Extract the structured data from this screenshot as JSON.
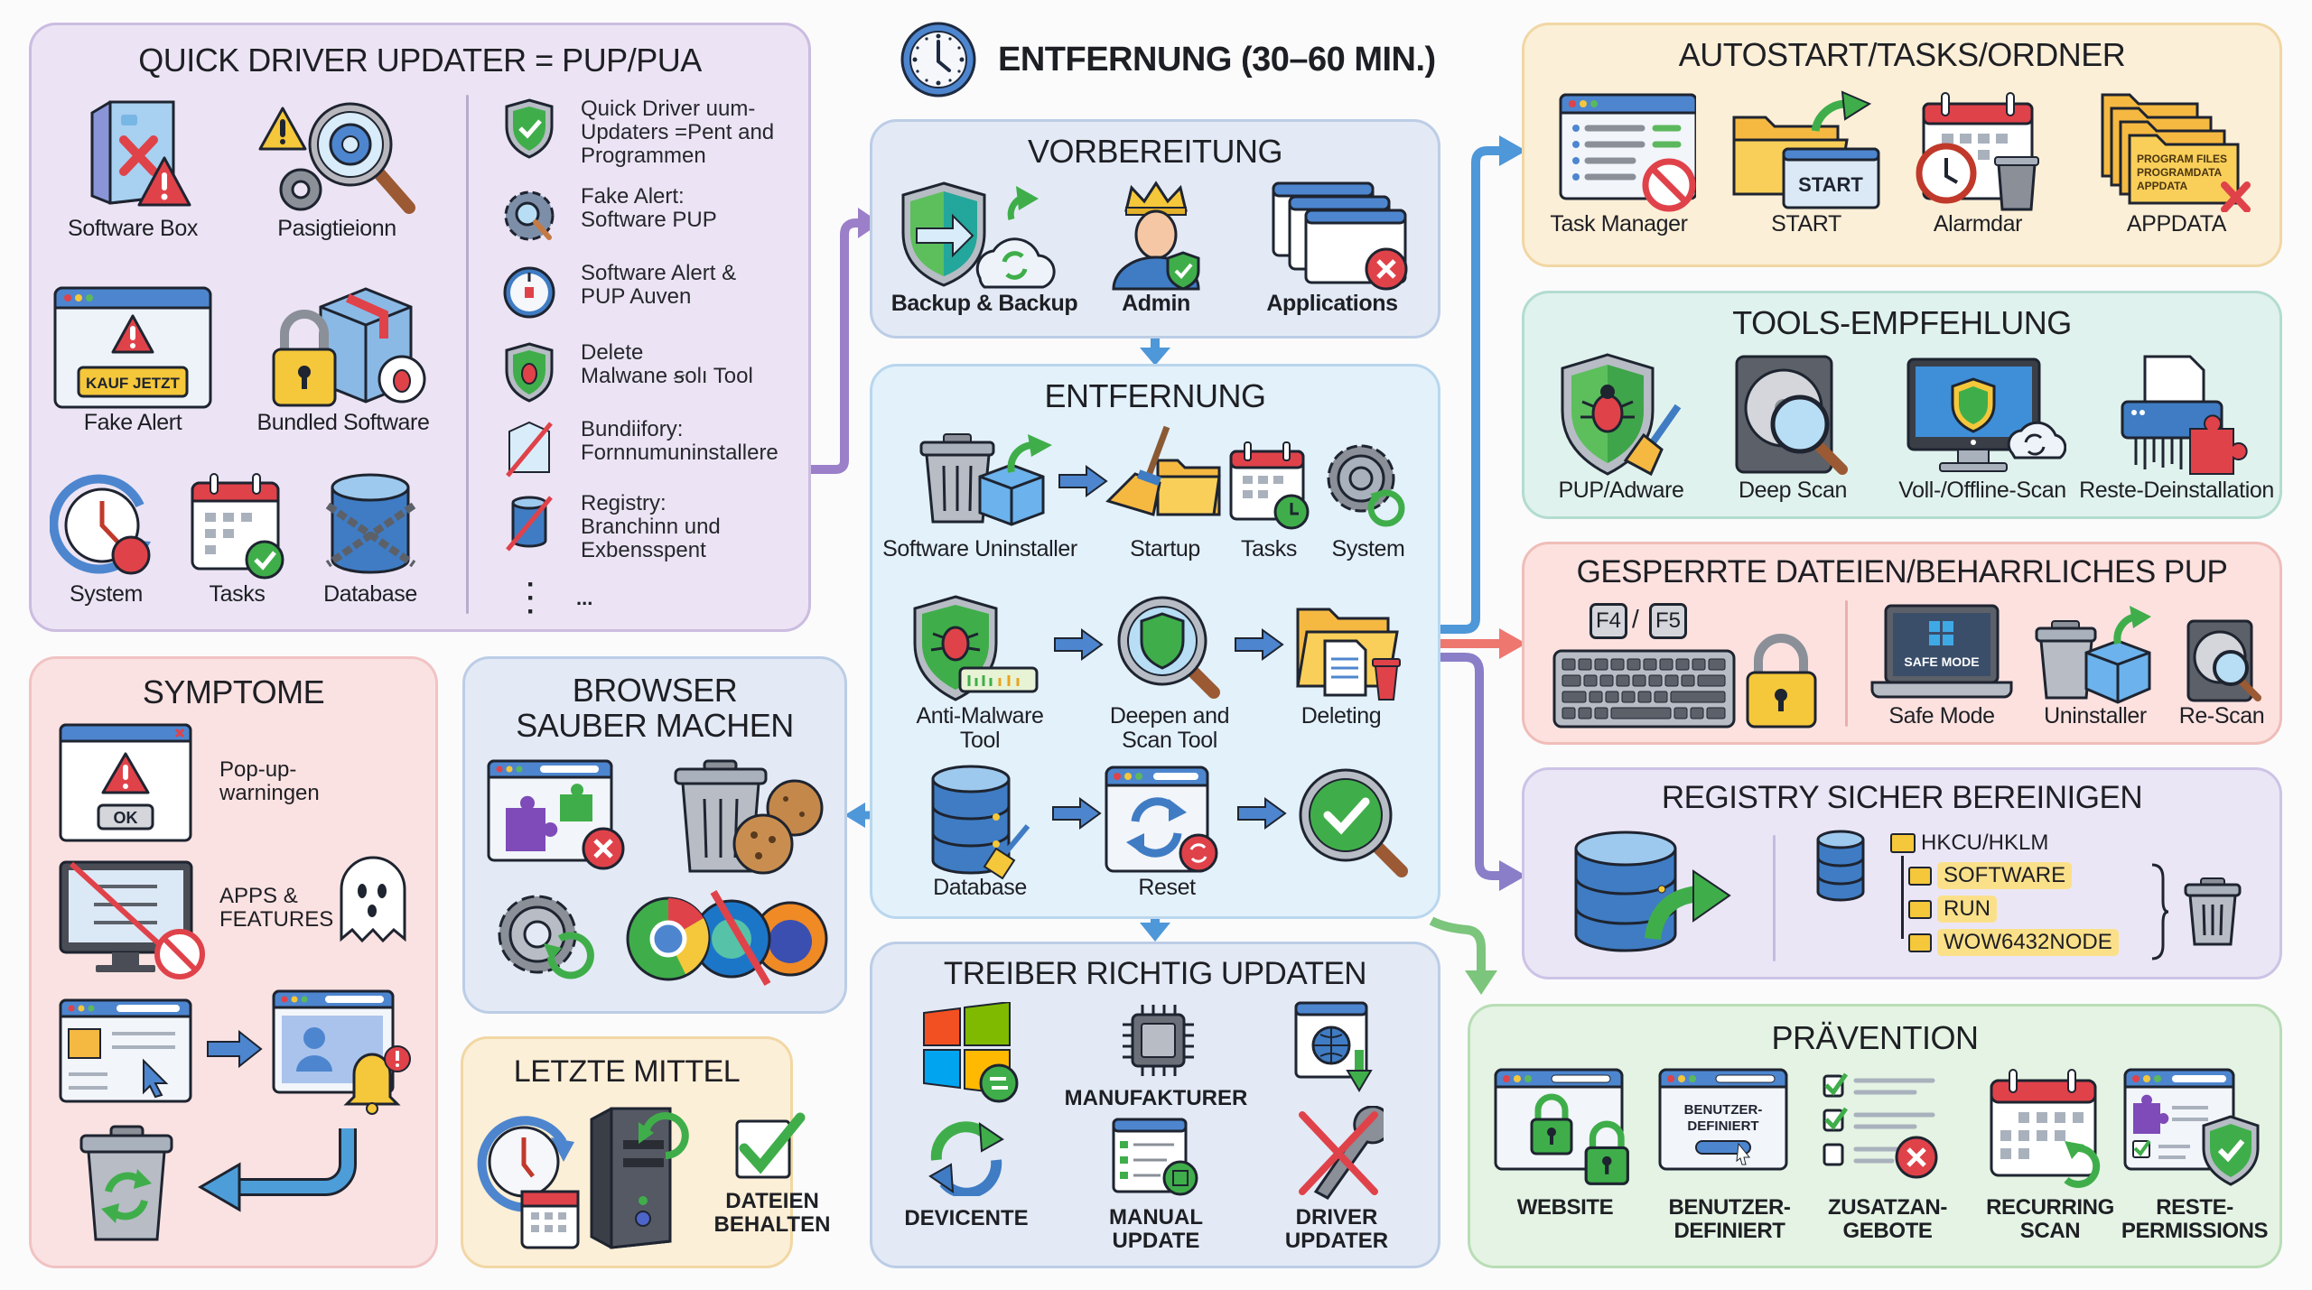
{
  "main_title": "ENTFERNUNG (30–60 MIN.)",
  "colors": {
    "arrow_blue": "#4e97d8",
    "arrow_purple": "#9b7fc9",
    "arrow_red": "#ee7770",
    "arrow_violet": "#8a7ec8",
    "arrow_green": "#7cc57c"
  },
  "pup_panel": {
    "title": "QUICK DRIVER UPDATER = PUP/PUA",
    "icons": [
      {
        "label": "Software Box",
        "icon": "software-box-warning-icon"
      },
      {
        "label": "Pasigtieionn",
        "icon": "gear-magnifier-warning-icon"
      },
      {
        "label": "Fake Alert",
        "icon": "fake-alert-window-icon",
        "badge": "KAUF JETZT"
      },
      {
        "label": "Bundled Software",
        "icon": "bundled-box-lock-icon"
      },
      {
        "label": "System",
        "icon": "clock-restore-icon"
      },
      {
        "label": "Tasks",
        "icon": "calendar-check-icon"
      },
      {
        "label": "Database",
        "icon": "chained-database-icon"
      }
    ],
    "list": [
      {
        "text": "Quick Driver uum-\nUpdaters =Pent and\nProgrammen",
        "icon": "shield-check-icon"
      },
      {
        "text": "Fake Alert:\nSoftware PUP",
        "icon": "gear-search-icon"
      },
      {
        "text": "Software Alert &\nPUP Auven",
        "icon": "compass-bug-icon"
      },
      {
        "text": "Delete\nMalwane ꞩolı Tool",
        "icon": "shield-bug-icon"
      },
      {
        "text": "Bundiifory:\nFornnumuninstallere",
        "icon": "crossed-box-icon"
      },
      {
        "text": "Registry:\nBranchinn und\nExbensspent",
        "icon": "crossed-database-icon"
      }
    ],
    "more": "..."
  },
  "symptome": {
    "title": "SYMPTOME",
    "popup_label": "Pop-up-\nwarningen",
    "popup_button": "OK",
    "apps_label": "APPS &\nFEATURES"
  },
  "browser": {
    "title": "BROWSER\nSAUBER MACHEN"
  },
  "letzte": {
    "title": "LETZTE MITTEL",
    "keep_label": "DATEIEN\nBEHALTEN"
  },
  "vorbereitung": {
    "title": "VORBEREITUNG",
    "items": [
      "Backup & Backup",
      "Admin",
      "Applications"
    ]
  },
  "entfernung": {
    "title": "ENTFERNUNG",
    "row1": [
      "Software Uninstaller",
      "Startup",
      "Tasks",
      "System"
    ],
    "row2": [
      "Anti-Malware\nTool",
      "Deepen and\nScan Tool",
      "Deleting"
    ],
    "row3": [
      "Database",
      "Reset",
      ""
    ]
  },
  "treiber": {
    "title": "TREIBER RICHTIG UPDATEN",
    "items": [
      "DEVICENTE",
      "MANUFAKTURER",
      "MANUAL\nUPDATE",
      "DRIVER\nUPDATER"
    ]
  },
  "autostart": {
    "title": "AUTOSTART/TASKS/ORDNER",
    "items": [
      "Task Manager",
      "START",
      "Alarmdar",
      "APPDATA"
    ],
    "start_badge": "START",
    "folder_lines": [
      "PROGRAM FILES",
      "PROGRAMDATA",
      "APPDATA"
    ]
  },
  "tools": {
    "title": "TOOLS-EMPFEHLUNG",
    "items": [
      "PUP/Adware",
      "Deep Scan",
      "Voll-/Offline-Scan",
      "Reste-Deinstallation"
    ]
  },
  "gesperrt": {
    "title": "GESPERRTE DATEIEN/BEHARRLICHES PUP",
    "keys": [
      "F4",
      "F5"
    ],
    "key_sep": "/",
    "safe_mode_screen": "SAFE MODE",
    "items": [
      "Safe Mode",
      "Uninstaller",
      "Re-Scan"
    ]
  },
  "registry": {
    "title": "REGISTRY SICHER BEREINIGEN",
    "root": "HKCU/HKLM",
    "keys": [
      "SOFTWARE",
      "RUN",
      "WOW6432NODE"
    ]
  },
  "praevention": {
    "title": "PRÄVENTION",
    "items": [
      "WEBSITE",
      "BENUTZER-\nDEFINIERT",
      "ZUSATZAN-\nGEBOTE",
      "RECURRING\nSCAN",
      "RESTE-\nPERMISSIONS"
    ],
    "custom_screen": "BENUTZER-\nDEFINIERT"
  }
}
